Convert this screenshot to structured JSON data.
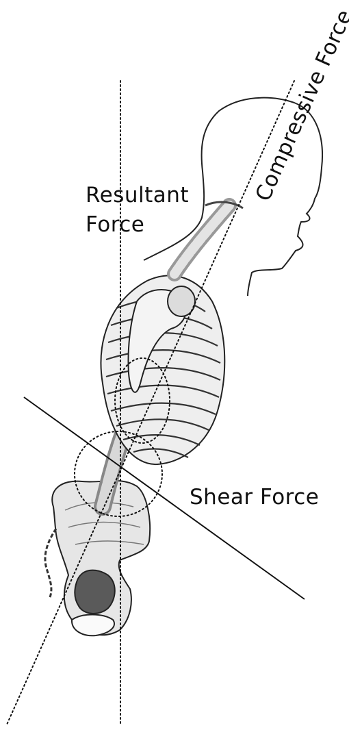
{
  "labels": {
    "resultant_line1": "Resultant",
    "resultant_line2": "Force",
    "compressive": "Compressive Force",
    "shear": "Shear Force"
  },
  "colors": {
    "ink": "#111111",
    "bone_fill": "#e9e9e9",
    "bone_shade": "#9a9a9a",
    "background": "#ffffff"
  },
  "icons": {
    "figure": "skeleton-spine-illustration"
  }
}
